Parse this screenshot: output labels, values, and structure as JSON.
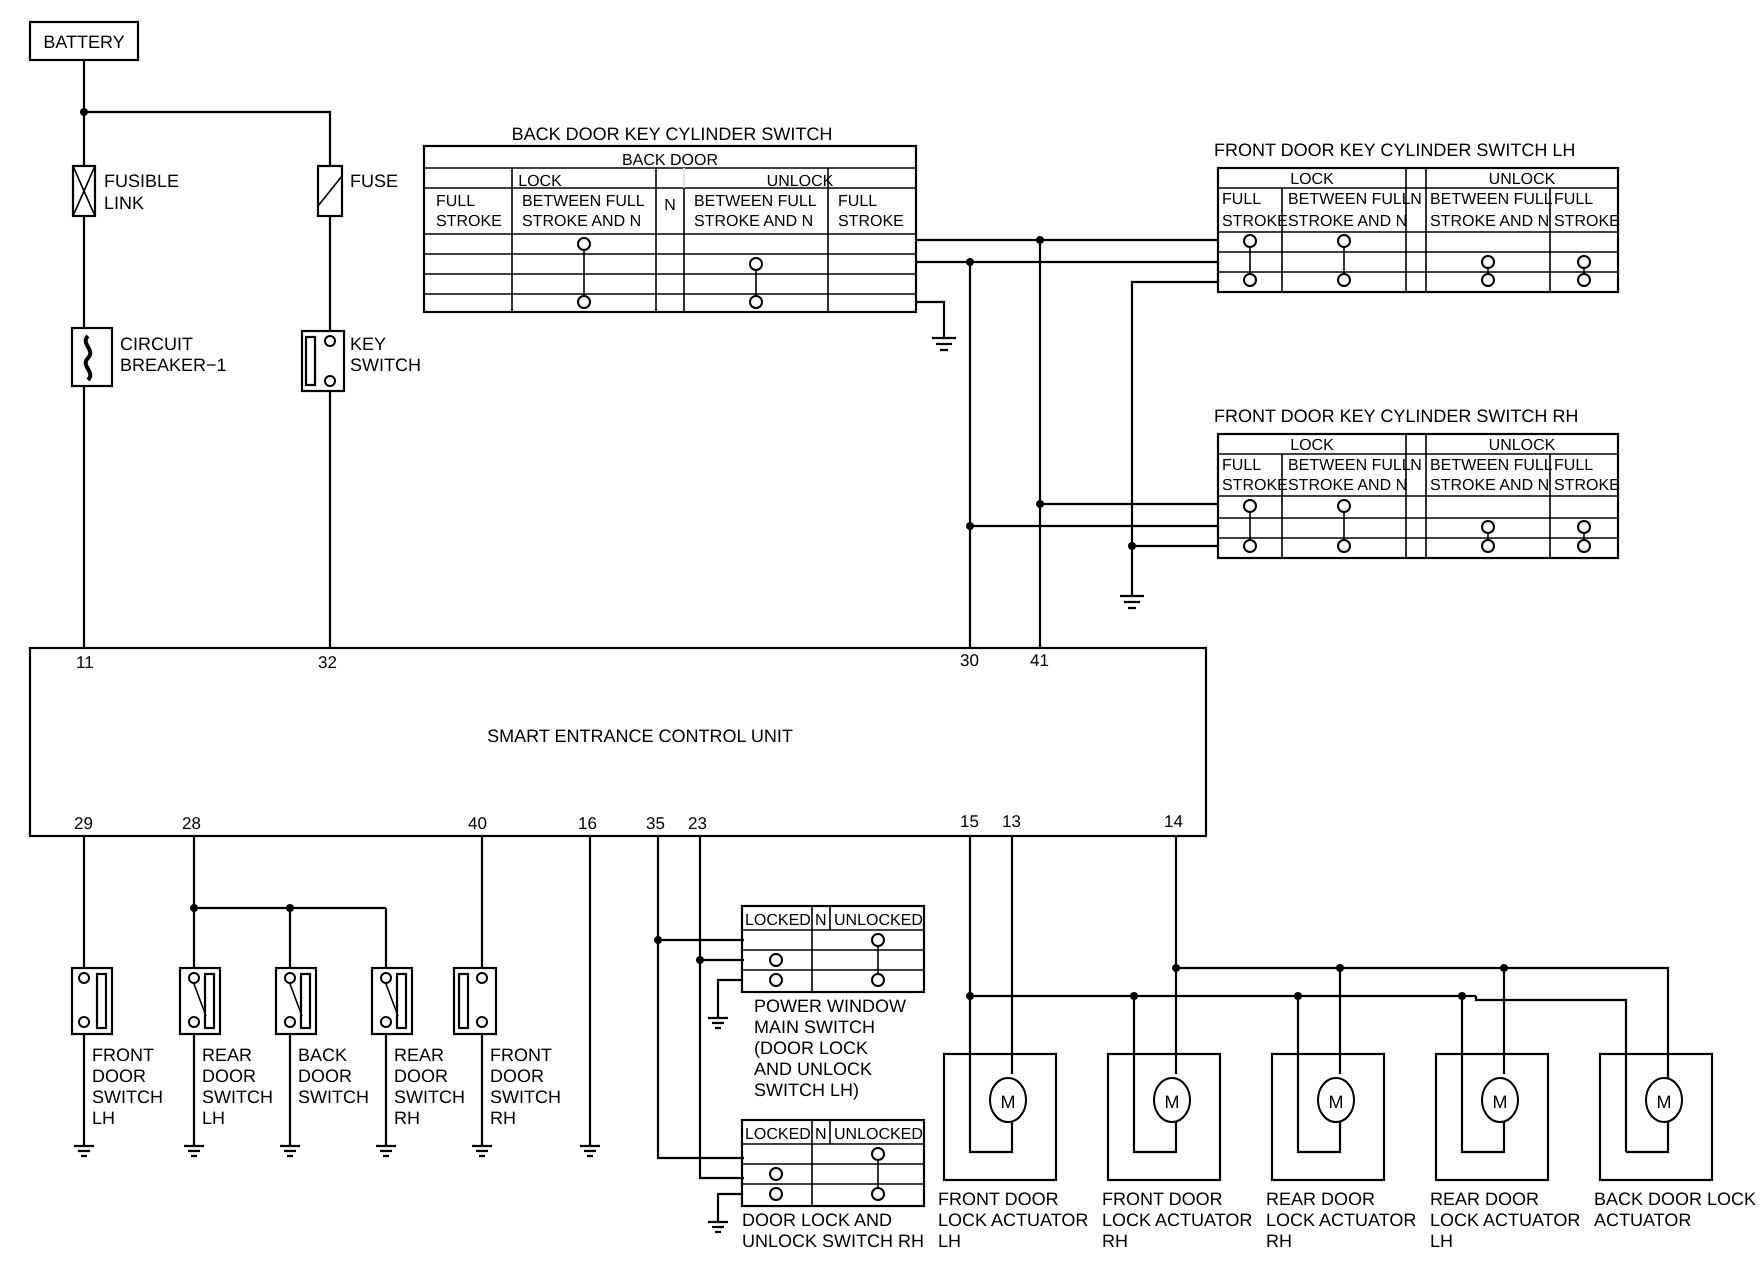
{
  "battery": "BATTERY",
  "fusible_link": [
    "FUSIBLE",
    "LINK"
  ],
  "fuse": "FUSE",
  "circuit_breaker": [
    "CIRCUIT",
    "BREAKER−1"
  ],
  "key_switch": [
    "KEY",
    "SWITCH"
  ],
  "control_unit": {
    "label": "SMART ENTRANCE CONTROL UNIT",
    "pins": {
      "p11": "11",
      "p32": "32",
      "p30": "30",
      "p41": "41",
      "p29": "29",
      "p28": "28",
      "p40": "40",
      "p16": "16",
      "p35": "35",
      "p23": "23",
      "p15": "15",
      "p13": "13",
      "p14": "14"
    }
  },
  "back_door_switch": {
    "title": "BACK DOOR KEY CYLINDER SWITCH",
    "group": "BACK DOOR",
    "lock": "LOCK",
    "unlock": "UNLOCK",
    "n": "N",
    "full_stroke": [
      "FULL",
      "STROKE"
    ],
    "between": [
      "BETWEEN FULL",
      "STROKE AND N"
    ]
  },
  "front_lh_switch": {
    "title": "FRONT DOOR KEY CYLINDER SWITCH LH",
    "lock": "LOCK",
    "unlock": "UNLOCK",
    "n": "N",
    "full_stroke": [
      "FULL",
      "STROKE"
    ],
    "between": [
      "BETWEEN FULL",
      "STROKE AND N"
    ]
  },
  "front_rh_switch": {
    "title": "FRONT DOOR KEY CYLINDER SWITCH RH",
    "lock": "LOCK",
    "unlock": "UNLOCK",
    "n": "N",
    "full_stroke": [
      "FULL",
      "STROKE"
    ],
    "between": [
      "BETWEEN FULL",
      "STROKE AND N"
    ]
  },
  "door_switches": [
    [
      "FRONT",
      "DOOR",
      "SWITCH",
      "LH"
    ],
    [
      "REAR",
      "DOOR",
      "SWITCH",
      "LH"
    ],
    [
      "BACK",
      "DOOR",
      "SWITCH"
    ],
    [
      "REAR",
      "DOOR",
      "SWITCH",
      "RH"
    ],
    [
      "FRONT",
      "DOOR",
      "SWITCH",
      "RH"
    ]
  ],
  "pw_main_switch": {
    "locked": "LOCKED",
    "n": "N",
    "unlocked": "UNLOCKED",
    "label": [
      "POWER WINDOW",
      "MAIN SWITCH",
      "(DOOR LOCK",
      "AND UNLOCK",
      "SWITCH LH)"
    ]
  },
  "door_lock_switch_rh": {
    "locked": "LOCKED",
    "n": "N",
    "unlocked": "UNLOCKED",
    "label": [
      "DOOR LOCK AND",
      "UNLOCK SWITCH RH"
    ]
  },
  "actuators": [
    [
      "FRONT DOOR",
      "LOCK ACTUATOR",
      "LH"
    ],
    [
      "FRONT DOOR",
      "LOCK ACTUATOR",
      "RH"
    ],
    [
      "REAR DOOR",
      "LOCK ACTUATOR",
      "RH"
    ],
    [
      "REAR DOOR",
      "LOCK ACTUATOR",
      "LH"
    ],
    [
      "BACK DOOR LOCK",
      "ACTUATOR"
    ]
  ],
  "motor_symbol": "M"
}
